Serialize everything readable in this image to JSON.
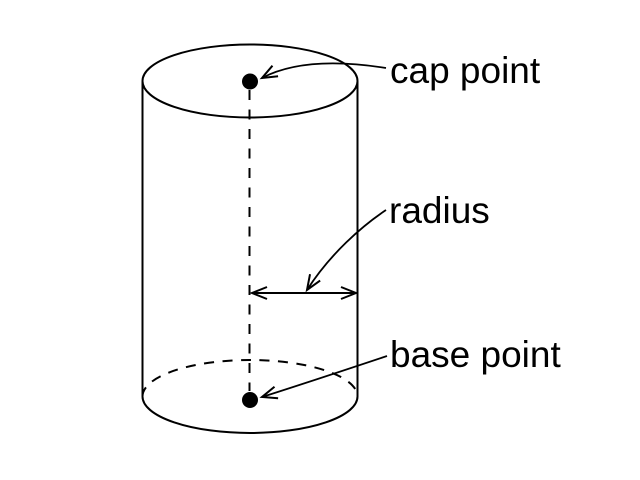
{
  "diagram": {
    "type": "cylinder-annotation-figure",
    "colors": {
      "bg": "#ffffff",
      "ink": "#000000"
    },
    "labels": [
      {
        "id": "cap-point",
        "text": "cap point"
      },
      {
        "id": "radius",
        "text": "radius"
      },
      {
        "id": "base-point",
        "text": "base point"
      }
    ]
  }
}
